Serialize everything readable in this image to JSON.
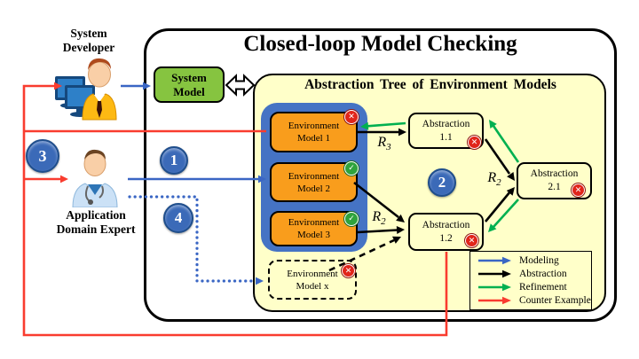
{
  "title": "Closed-loop Model Checking",
  "actors": {
    "developer": {
      "line1": "System",
      "line2": "Developer"
    },
    "expert": {
      "line1": "Application",
      "line2": "Domain Expert"
    }
  },
  "system_model": {
    "line1": "System",
    "line2": "Model"
  },
  "tree": {
    "title": "Abstraction Tree of Environment Models",
    "models": [
      {
        "line1": "Environment",
        "line2": "Model 1",
        "status": "error"
      },
      {
        "line1": "Environment",
        "line2": "Model 2",
        "status": "ok"
      },
      {
        "line1": "Environment",
        "line2": "Model 3",
        "status": "ok"
      }
    ],
    "model_x": {
      "line1": "Environment",
      "line2": "Model x",
      "status": "error"
    },
    "abstractions": [
      {
        "line1": "Abstraction",
        "line2": "1.1",
        "status": "error"
      },
      {
        "line1": "Abstraction",
        "line2": "2.1",
        "status": "error"
      },
      {
        "line1": "Abstraction",
        "line2": "1.2",
        "status": "error"
      }
    ],
    "relations": {
      "r3": {
        "base": "R",
        "sub": "3"
      },
      "r2_left": {
        "base": "R",
        "sub": "2"
      },
      "r2_right": {
        "base": "R",
        "sub": "2"
      }
    }
  },
  "steps": [
    "1",
    "2",
    "3",
    "4"
  ],
  "glyphs": {
    "error": "✕",
    "ok": "✓"
  },
  "legend": {
    "items": [
      {
        "label": "Modeling",
        "color": "#3A66C4"
      },
      {
        "label": "Abstraction",
        "color": "#000000"
      },
      {
        "label": "Refinement",
        "color": "#00B050"
      },
      {
        "label": "Counter Example",
        "color": "#F93C2F"
      }
    ]
  },
  "colors": {
    "modeling": "#3A66C4",
    "abstraction": "#000000",
    "refinement": "#00B050",
    "counter": "#F93C2F",
    "panel_yellow": "#FFFFC9",
    "model_orange": "#F99D1C",
    "group_blue": "#4573C4",
    "system_green": "#86C440",
    "step_blue": "#3B6AB8",
    "badge_red": "#E1251B",
    "badge_green": "#2FA33C"
  }
}
